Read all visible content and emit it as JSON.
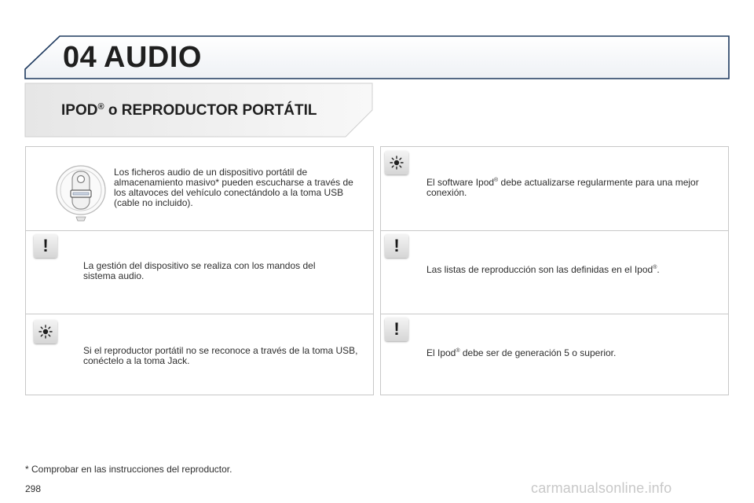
{
  "header": {
    "chapter_number": "04",
    "chapter_title": "AUDIO"
  },
  "section": {
    "title_prefix": "IPOD",
    "title_reg": "®",
    "title_suffix": " o REPRODUCTOR PORTÁTIL"
  },
  "left_panel": {
    "intro": {
      "icon": "usb-port-icon",
      "text": "Los ficheros audio de un dispositivo portátil de almacenamiento masivo* pueden escucharse a través de los altavoces del vehículo conectándolo a la toma USB (cable no incluido)."
    },
    "note1": {
      "icon": "warning-icon",
      "icon_glyph": "!",
      "text": "La gestión del dispositivo se realiza con los mandos del sistema audio."
    },
    "note2": {
      "icon": "tip-sun-icon",
      "text": "Si el reproductor portátil no se reconoce a través de la toma USB, conéctelo a la toma Jack."
    }
  },
  "right_panel": {
    "note1": {
      "icon": "tip-sun-icon",
      "text_a": "El software Ipod",
      "reg": "®",
      "text_b": " debe actualizarse regularmente para una mejor conexión."
    },
    "note2": {
      "icon": "warning-icon",
      "icon_glyph": "!",
      "text_a": "Las listas de reproducción son las definidas en el Ipod",
      "reg": "®",
      "text_b": "."
    },
    "note3": {
      "icon": "warning-icon",
      "icon_glyph": "!",
      "text_a": "El Ipod",
      "reg": "®",
      "text_b": " debe ser de generación 5 o superior."
    }
  },
  "footnote": "* Comprobar en las instrucciones del reproductor.",
  "page_number": "298",
  "watermark": "carmanualsonline.info",
  "colors": {
    "header_line": "#1e3a5f",
    "panel_border": "#c8c8c8",
    "section_tab": "#e9e9e9"
  }
}
